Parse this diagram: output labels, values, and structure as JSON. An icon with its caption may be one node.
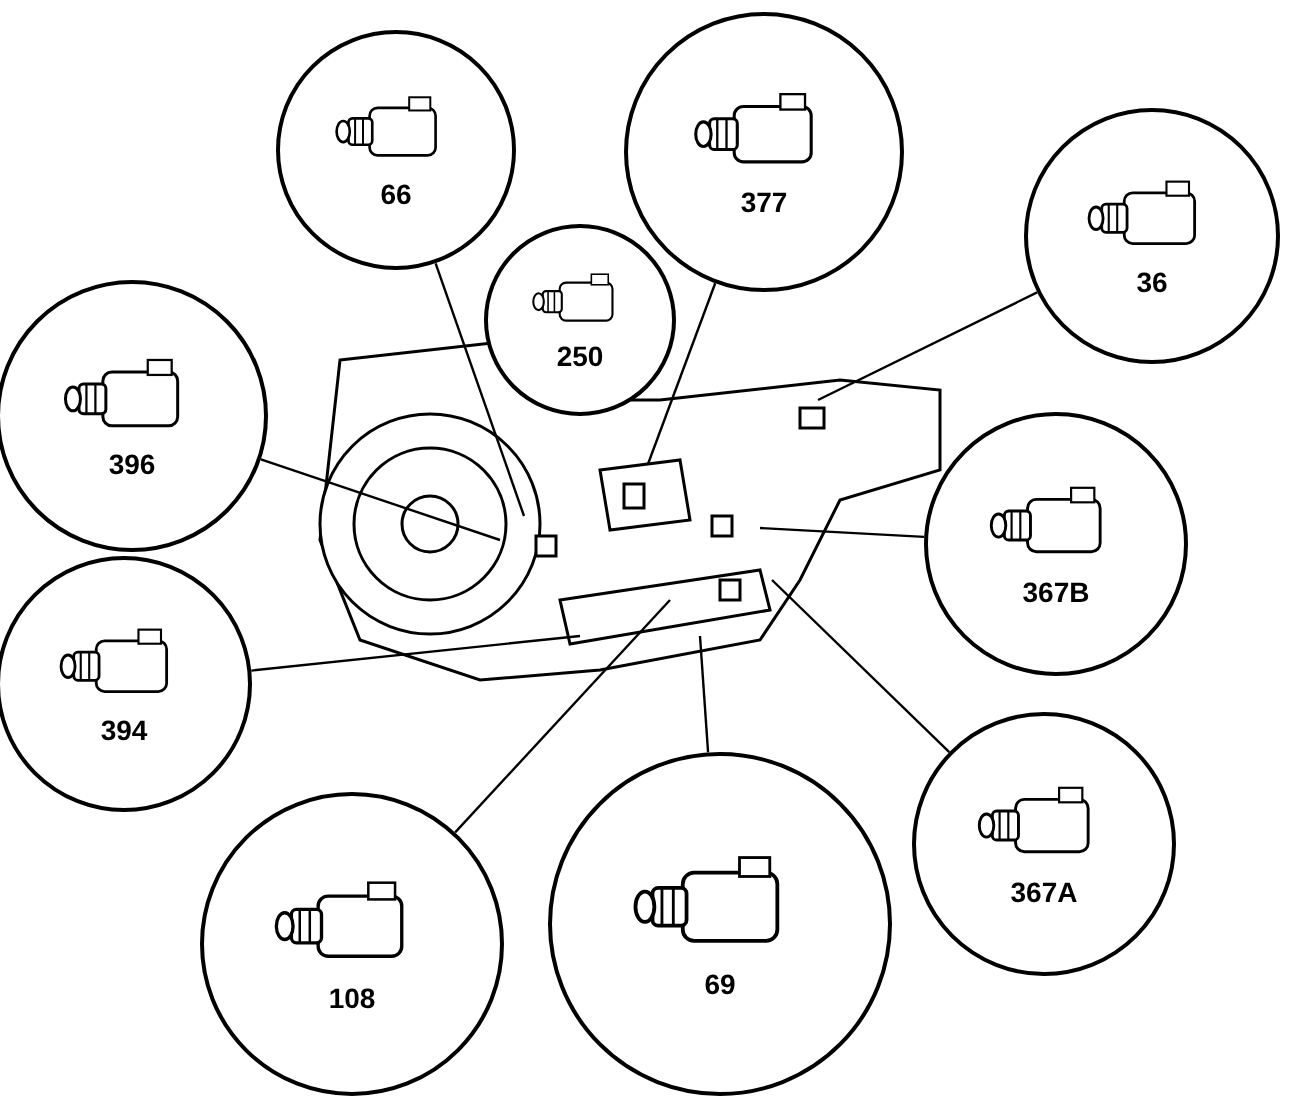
{
  "diagram": {
    "nodes": [
      {
        "text": [
          "66"
        ]
      },
      {
        "text": [
          "377"
        ]
      },
      {
        "text": [
          "250"
        ]
      },
      {
        "text": [
          "36"
        ]
      },
      {
        "text": [
          "396"
        ]
      },
      {
        "text": [
          "367B"
        ]
      },
      {
        "text": [
          "394"
        ]
      },
      {
        "text": [
          "367A"
        ]
      },
      {
        "text": [
          "108"
        ]
      },
      {
        "text": [
          "69"
        ]
      }
    ],
    "edges": [
      {
        "from": 0,
        "to": null,
        "arrow": "none"
      },
      {
        "from": 1,
        "to": null,
        "arrow": "none"
      },
      {
        "from": 3,
        "to": null,
        "arrow": "none"
      },
      {
        "from": 4,
        "to": null,
        "arrow": "none"
      },
      {
        "from": 5,
        "to": null,
        "arrow": "none"
      },
      {
        "from": 6,
        "to": null,
        "arrow": "none"
      },
      {
        "from": 7,
        "to": null,
        "arrow": "none"
      },
      {
        "from": 8,
        "to": null,
        "arrow": "none"
      },
      {
        "from": 9,
        "to": null,
        "arrow": "none"
      }
    ]
  }
}
